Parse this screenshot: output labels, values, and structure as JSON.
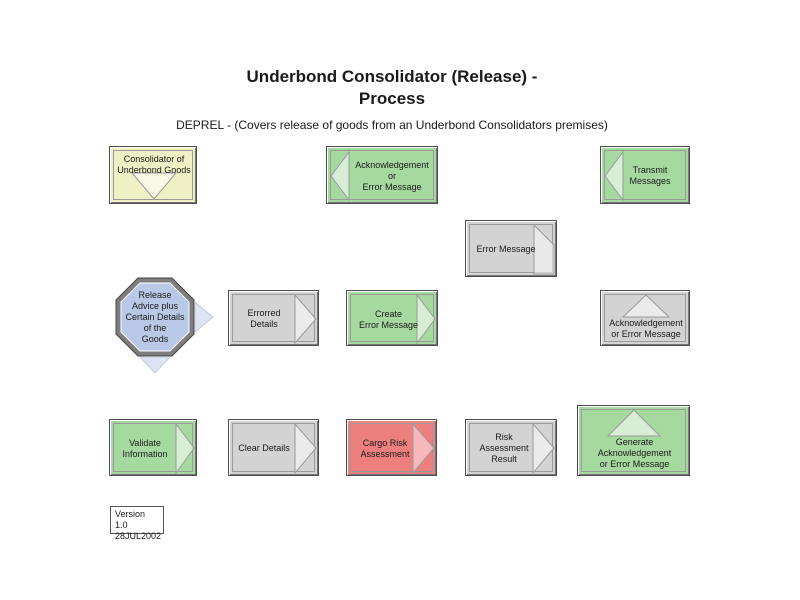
{
  "title": {
    "line1": "Underbond Consolidator (Release) -",
    "line2": "Process"
  },
  "subtitle": "DEPREL - (Covers release of goods from an Underbond Consolidators premises)",
  "boxes": {
    "consolidator": "Consolidator of\nUnderbond Goods",
    "ack_top": "Acknowledgement\nor\nError Message",
    "transmit": "Transmit\nMessages",
    "error_message": "Error Message",
    "release_advice": "Release\nAdvice plus\nCertain Details\nof the\nGoods",
    "errored_details": "Errorred\nDetails",
    "create_error": "Create\nError Message",
    "ack_right": "Acknowledgement\nor Error Message",
    "validate": "Validate\nInformation",
    "clear_details": "Clear Details",
    "cargo_risk": "Cargo Risk\nAssessment",
    "risk_result": "Risk\nAssessment\nResult",
    "generate_ack": "Generate\nAcknowledgement\nor Error Message"
  },
  "colors": {
    "gray": "#d3d3d3",
    "green": "#a6d9a0",
    "yellow": "#f0f0c6",
    "red": "#ee7f7f",
    "octagon": "#b8c8e6"
  },
  "version": {
    "line1": "Version 1.0",
    "line2": "28JUL2002"
  }
}
